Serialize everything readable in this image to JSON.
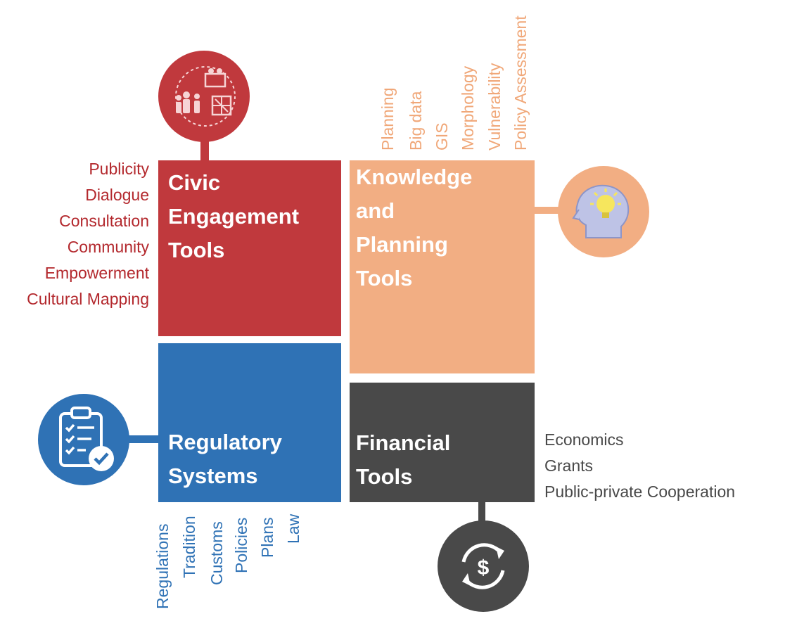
{
  "colors": {
    "civic": "#c0393d",
    "knowledge": "#f2ae83",
    "regulatory": "#2f72b5",
    "financial": "#494949"
  },
  "civic": {
    "title_lines": [
      "Civic",
      "Engagement",
      "Tools"
    ],
    "items": [
      "Publicity",
      "Dialogue",
      "Consultation",
      "Community",
      "Empowerment",
      "Cultural Mapping"
    ],
    "icon": "community-planning-icon"
  },
  "knowledge": {
    "title_lines": [
      "Knowledge",
      "and",
      "Planning",
      "Tools"
    ],
    "items": [
      "Planning",
      "Big data",
      "GIS",
      "Morphology",
      "Vulnerability",
      "Policy Assessment"
    ],
    "icon": "head-lightbulb-icon"
  },
  "regulatory": {
    "title_lines": [
      "Regulatory",
      "Systems"
    ],
    "items": [
      "Regulations",
      "Tradition",
      "Customs",
      "Policies",
      "Plans",
      "Law"
    ],
    "icon": "clipboard-checklist-icon"
  },
  "financial": {
    "title_lines": [
      "Financial",
      "Tools"
    ],
    "items": [
      "Economics",
      "Grants",
      "Public-private Cooperation"
    ],
    "icon": "dollar-exchange-icon"
  }
}
